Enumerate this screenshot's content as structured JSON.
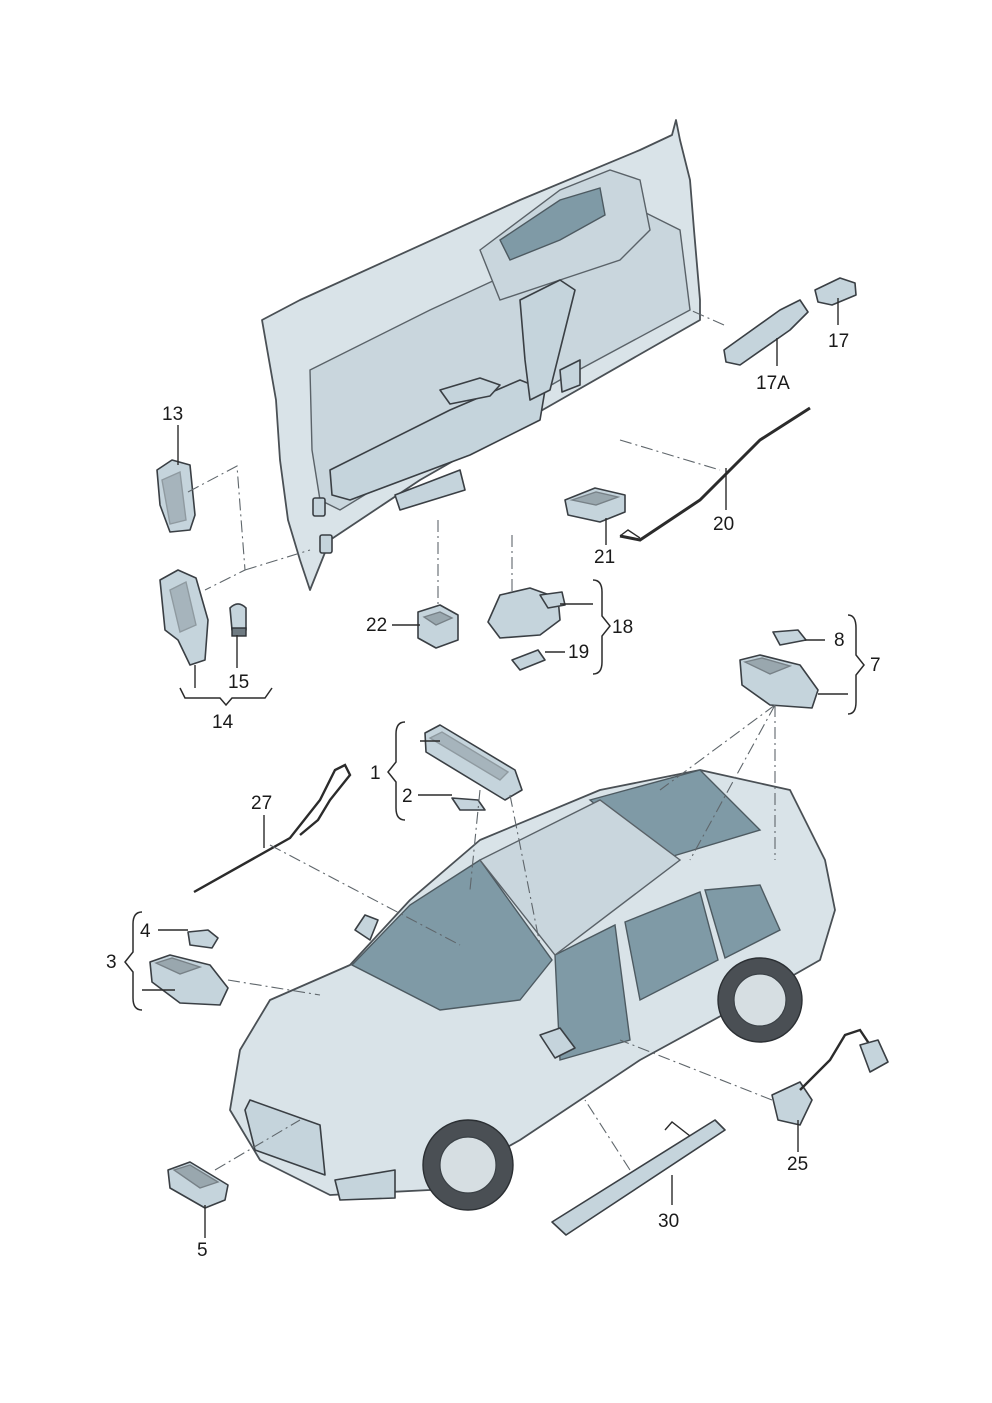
{
  "callouts": {
    "c1": "1",
    "c2": "2",
    "c3": "3",
    "c4": "4",
    "c5": "5",
    "c7": "7",
    "c8": "8",
    "c13": "13",
    "c14": "14",
    "c15": "15",
    "c17": "17",
    "c17a": "17A",
    "c18": "18",
    "c19": "19",
    "c20": "20",
    "c21": "21",
    "c22": "22",
    "c25": "25",
    "c27": "27",
    "c30": "30"
  }
}
